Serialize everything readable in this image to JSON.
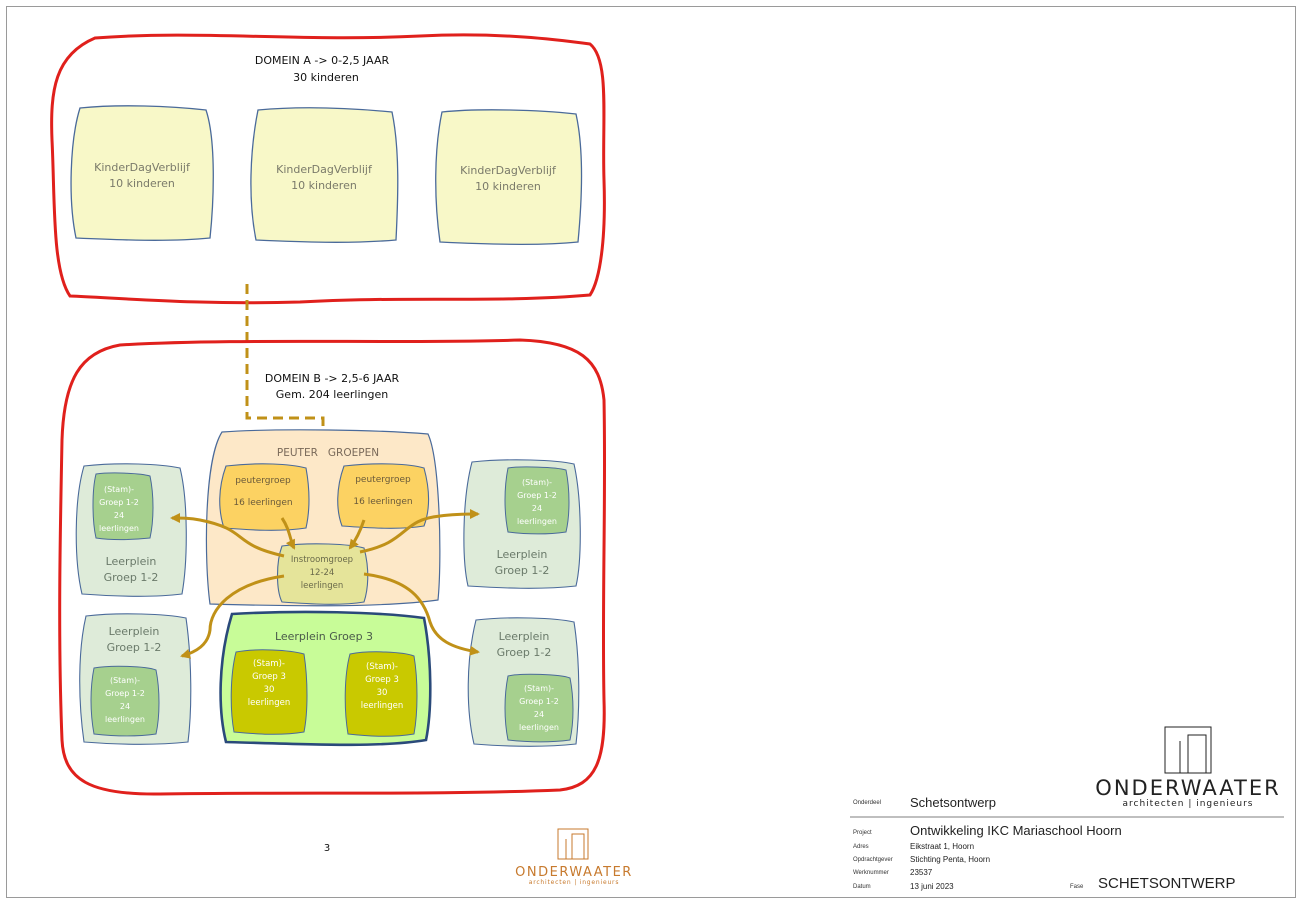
{
  "domain_a": {
    "title": "DOMEIN A -> 0-2,5 JAAR",
    "subtitle": "30 kinderen",
    "boxes": [
      {
        "line1": "KinderDagVerblijf",
        "line2": "10 kinderen"
      },
      {
        "line1": "KinderDagVerblijf",
        "line2": "10 kinderen"
      },
      {
        "line1": "KinderDagVerblijf",
        "line2": "10 kinderen"
      }
    ]
  },
  "domain_b": {
    "title": "DOMEIN B -> 2,5-6 JAAR",
    "subtitle": "Gem. 204 leerlingen",
    "peuter": {
      "title": "PEUTER   GROEPEN",
      "groups": [
        {
          "line1": "peutergroep",
          "line2": "16 leerlingen"
        },
        {
          "line1": "peutergroep",
          "line2": "16 leerlingen"
        }
      ],
      "instroom": {
        "line1": "Instroomgroep",
        "line2": "12-24",
        "line3": "leerlingen"
      }
    },
    "leerpleinen": [
      {
        "line1": "Leerplein",
        "line2": "Groep 1-2",
        "stam": [
          "(Stam)-",
          "Groep 1-2",
          "24",
          "leerlingen"
        ]
      },
      {
        "line1": "Leerplein",
        "line2": "Groep 1-2",
        "stam": [
          "(Stam)-",
          "Groep 1-2",
          "24",
          "leerlingen"
        ]
      },
      {
        "line1": "Leerplein",
        "line2": "Groep 1-2",
        "stam": [
          "(Stam)-",
          "Groep 1-2",
          "24",
          "leerlingen"
        ]
      },
      {
        "line1": "Leerplein",
        "line2": "Groep 1-2",
        "stam": [
          "(Stam)-",
          "Groep 1-2",
          "24",
          "leerlingen"
        ]
      }
    ],
    "groep3": {
      "title": "Leerplein Groep 3",
      "stams": [
        [
          "(Stam)-",
          "Groep 3",
          "30",
          "leerlingen"
        ],
        [
          "(Stam)-",
          "Groep 3",
          "30",
          "leerlingen"
        ]
      ]
    }
  },
  "page_number": "3",
  "logo_small": {
    "name": "ONDERWAATER",
    "tagline": "architecten | ingenieurs"
  },
  "title_block": {
    "logo": {
      "name": "ONDERWAATER",
      "tagline": "architecten | ingenieurs"
    },
    "onderdeel_label": "Onderdeel",
    "onderdeel_value": "Schetsontwerp",
    "project_label": "Project",
    "project_value": "Ontwikkeling IKC Mariaschool Hoorn",
    "adres_label": "Adres",
    "adres_value": "Eikstraat 1, Hoorn",
    "opdrachtgever_label": "Opdrachtgever",
    "opdrachtgever_value": "Stichting Penta, Hoorn",
    "werknummer_label": "Werknummer",
    "werknummer_value": "23537",
    "datum_label": "Datum",
    "datum_value": "13 juni 2023",
    "fase_label": "Fase",
    "fase_value": "SCHETSONTWERP"
  },
  "colors": {
    "domain_border": "#e0201c",
    "kdv_fill": "#f8f8c8",
    "kdv_border": "#4a6a9a",
    "peuter_fill": "#fde8c8",
    "peutergroep_fill": "#fcd262",
    "instroom_fill": "#e5e49a",
    "leerplein_fill": "#deebd9",
    "stam_fill": "#a6d08e",
    "groep3_fill": "#c8fc98",
    "groep3_stam_fill": "#c9c900",
    "arrow": "#c09118",
    "dashed_line": "#c09118"
  }
}
